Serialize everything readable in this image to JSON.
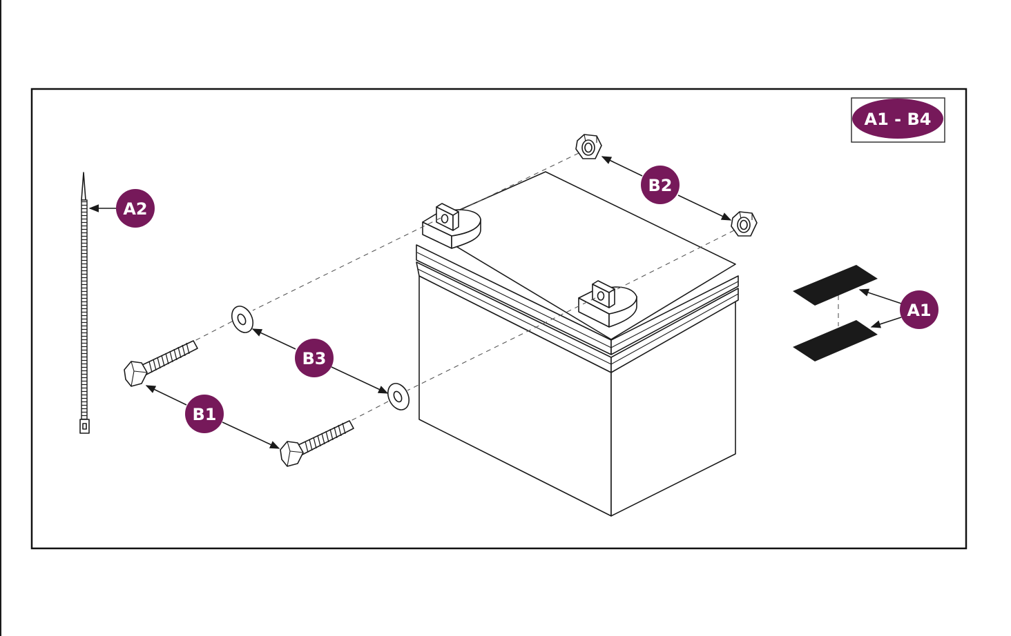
{
  "badge": {
    "text": "A1 - B4"
  },
  "labels": {
    "a1": "A1",
    "a2": "A2",
    "b1": "B1",
    "b2": "B2",
    "b3": "B3"
  },
  "colors": {
    "callout_fill": "#76195a",
    "line": "#1a1a1a",
    "velcro": "#1a1a1a"
  }
}
